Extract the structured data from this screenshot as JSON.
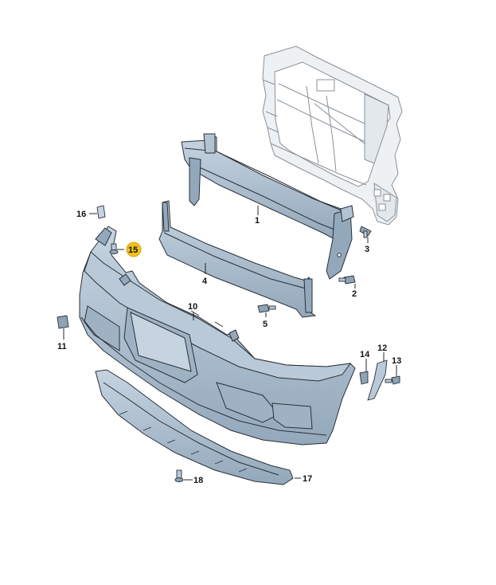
{
  "diagram": {
    "parts": [
      {
        "label": "1",
        "name": "bumper-reinforcement-crossmember"
      },
      {
        "label": "2",
        "name": "bolt"
      },
      {
        "label": "3",
        "name": "bolt"
      },
      {
        "label": "4",
        "name": "energy-absorber-bracket"
      },
      {
        "label": "5",
        "name": "bolt"
      },
      {
        "label": "10",
        "name": "bumper-cover"
      },
      {
        "label": "11",
        "name": "side-bracket-clip"
      },
      {
        "label": "12",
        "name": "guide-bracket"
      },
      {
        "label": "13",
        "name": "screw"
      },
      {
        "label": "14",
        "name": "clip-nut"
      },
      {
        "label": "15",
        "name": "screw"
      },
      {
        "label": "16",
        "name": "clip"
      },
      {
        "label": "17",
        "name": "lower-spoiler"
      },
      {
        "label": "18",
        "name": "screw"
      }
    ],
    "highlighted_label": "15",
    "colors": {
      "part_fill": "#a9bccd",
      "part_dark": "#8ea3b5",
      "part_light": "#c4d3e0",
      "frame_fill": "#eef1f4",
      "frame_stroke": "#8a9097",
      "line": "#2a3038",
      "highlight": "#f2c11b"
    }
  }
}
